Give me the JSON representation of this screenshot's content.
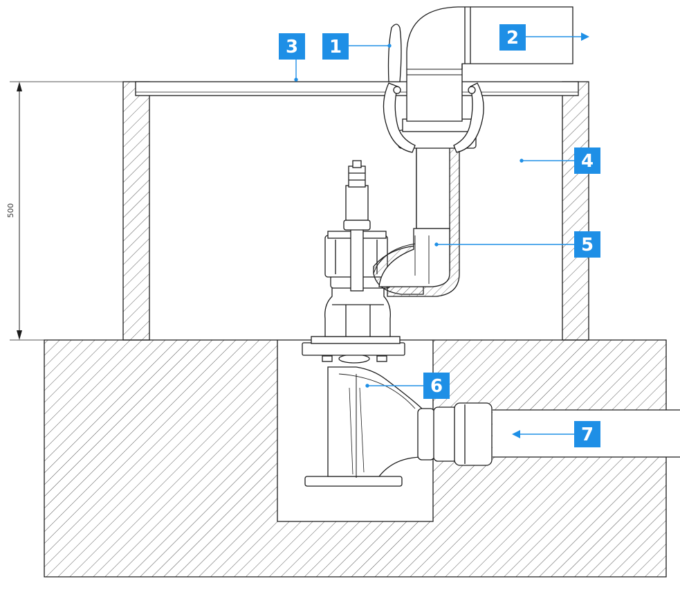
{
  "colors": {
    "callout_fill": "#1e8fe6",
    "callout_text": "#ffffff",
    "callout_line": "#1e8fe6",
    "line": "#1a1a1a",
    "hatch": "#555555",
    "background": "#ffffff"
  },
  "dimension": {
    "value": "500"
  },
  "callouts": [
    {
      "number": "1"
    },
    {
      "number": "2"
    },
    {
      "number": "3"
    },
    {
      "number": "4"
    },
    {
      "number": "5"
    },
    {
      "number": "6"
    },
    {
      "number": "7"
    }
  ],
  "flow_arrows": [
    "arrow-right-icon",
    "arrow-left-icon"
  ]
}
